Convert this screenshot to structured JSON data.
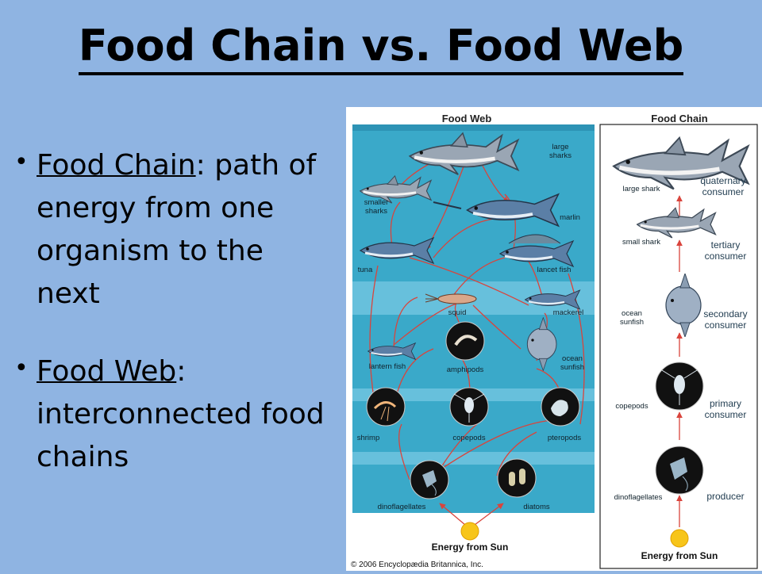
{
  "slide": {
    "title": "Food Chain vs. Food Web",
    "bullets": [
      {
        "term": "Food Chain",
        "sep": ":",
        "text": " path of energy from one organism to the next"
      },
      {
        "term": "Food Web",
        "sep": ":",
        "text": " interconnected food chains"
      }
    ]
  },
  "web": {
    "title": "Food Web",
    "labels": {
      "large_sharks": [
        "large",
        "sharks"
      ],
      "smaller_sharks": [
        "smaller",
        "sharks"
      ],
      "marlin": "marlin",
      "tuna": "tuna",
      "lancet_fish": "lancet fish",
      "squid": "squid",
      "mackerel": "mackerel",
      "lantern_fish": "lantern fish",
      "amphipods": "amphipods",
      "ocean_sunfish": [
        "ocean",
        "sunfish"
      ],
      "shrimp": "shrimp",
      "copepods": "copepods",
      "pteropods": "pteropods",
      "dinoflagellates": "dinoflagellates",
      "diatoms": "diatoms"
    },
    "energy": "Energy from Sun",
    "copyright": "© 2006 Encyclopædia Britannica, Inc."
  },
  "chain": {
    "title": "Food Chain",
    "levels": [
      {
        "organism": "large shark",
        "role": [
          "quaternary",
          "consumer"
        ]
      },
      {
        "organism": "small shark",
        "role": [
          "tertiary",
          "consumer"
        ]
      },
      {
        "organism": [
          "ocean",
          "sunfish"
        ],
        "role": [
          "secondary",
          "consumer"
        ]
      },
      {
        "organism": "copepods",
        "role": [
          "primary",
          "consumer"
        ]
      },
      {
        "organism": "dinoflagellates",
        "role": [
          "producer"
        ]
      }
    ],
    "energy": "Energy from Sun"
  },
  "colors": {
    "background": "#8fb4e2",
    "water": "#3aa9c9",
    "water_band": "#67c0dc",
    "arrow": "#d9443c",
    "sun": "#f7c51a"
  },
  "icons": [
    "large-shark-icon",
    "shark-icon",
    "marlin-icon",
    "tuna-icon",
    "lancet-fish-icon",
    "squid-icon",
    "mackerel-icon",
    "lantern-fish-icon",
    "amphipods-icon",
    "sunfish-icon",
    "shrimp-icon",
    "copepods-icon",
    "pteropods-icon",
    "dinoflagellates-icon",
    "diatoms-icon",
    "sun-icon"
  ]
}
